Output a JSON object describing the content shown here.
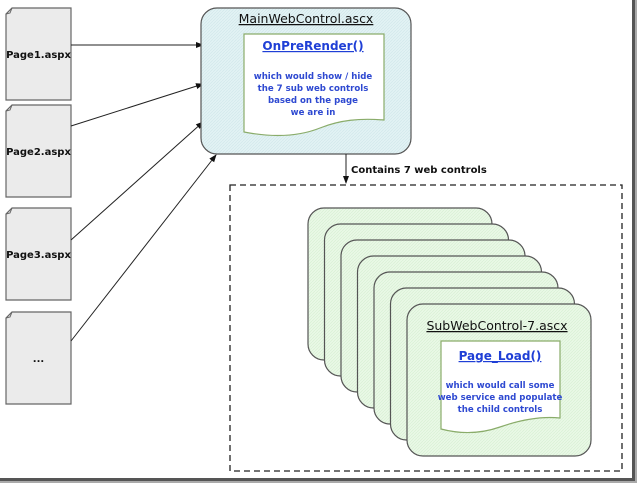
{
  "pages": [
    {
      "label": "Page1.aspx"
    },
    {
      "label": "Page2.aspx"
    },
    {
      "label": "Page3.aspx"
    },
    {
      "label": "..."
    }
  ],
  "main_control": {
    "title": "MainWebControl.ascx",
    "method": "OnPreRender()",
    "description": [
      "which would show / hide",
      "the 7 sub web controls",
      "based on the page",
      "we are in"
    ]
  },
  "connector": {
    "label": "Contains 7 web controls"
  },
  "sub_controls": {
    "count": 7,
    "front": {
      "title": "SubWebControl-7.ascx",
      "method": "Page_Load()",
      "description": [
        "which would call some",
        "web service and populate",
        "the child controls"
      ]
    }
  },
  "colors": {
    "page_fill": "#ebebeb",
    "main_fill": "#dff1f3",
    "sub_fill": "#e6f7e3",
    "note_border": "#8aac6a",
    "method_text": "#1f3fd6",
    "desc_text": "#2e49d1"
  }
}
